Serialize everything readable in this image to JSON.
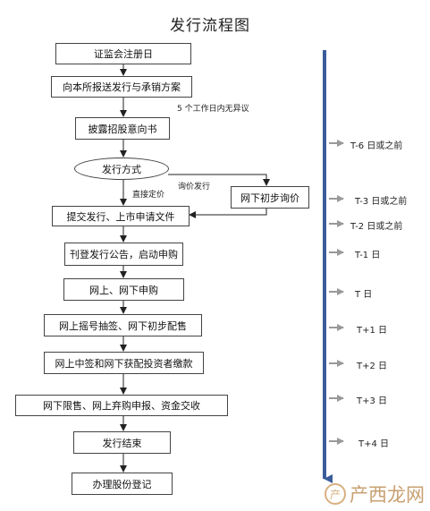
{
  "title": "发行流程图",
  "steps": {
    "s1": "证监会注册日",
    "s2": "向本所报送发行与承销方案",
    "s3": "披露招股意向书",
    "s4": "发行方式",
    "s5": "网下初步询价",
    "s6": "提交发行、上市申请文件",
    "s7": "刊登发行公告，启动申购",
    "s8": "网上、网下申购",
    "s9": "网上摇号抽签、网下初步配售",
    "s10": "网上中签和网下获配投资者缴款",
    "s11": "网下限售、网上弃购申报、资金交收",
    "s12": "发行结束",
    "s13": "办理股份登记"
  },
  "notes": {
    "no_objection": "5 个工作日内无异议",
    "direct_pricing": "直接定价",
    "inquiry_issuance": "询价发行"
  },
  "timeline": [
    {
      "label": "T-6 日或之前"
    },
    {
      "label": "T-3 日或之前"
    },
    {
      "label": "T-2 日或之前"
    },
    {
      "label": "T-1 日"
    },
    {
      "label": "T 日"
    },
    {
      "label": "T+1 日"
    },
    {
      "label": "T+2 日"
    },
    {
      "label": "T+3 日"
    },
    {
      "label": "T+4 日"
    }
  ],
  "watermark": {
    "text": "产西龙网",
    "logo_glyph": "产"
  },
  "colors": {
    "timeline_bar": "#3a5d9a",
    "timeline_arrow": "#999999",
    "line": "#222222"
  }
}
